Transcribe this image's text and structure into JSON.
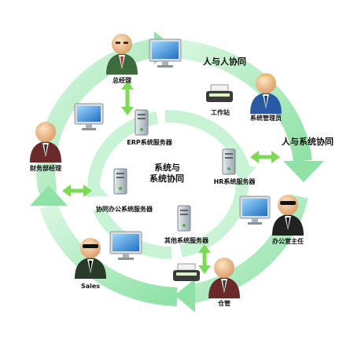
{
  "labels": {
    "manager": "总经理",
    "admin": "系统管理员",
    "workstation": "工作站",
    "erp": "ERP系统服务器",
    "finance": "财务部经理",
    "center_line1": "系统与",
    "center_line2": "系统协同",
    "hr": "HR系统服务器",
    "oa": "协同办公系统服务器",
    "office": "办公室主任",
    "other": "其他系统服务器",
    "sales": "Sales",
    "warehouse": "仓管",
    "h2h": "人与人协同",
    "h2s": "人与系统协同"
  },
  "colors": {
    "ring": "#bff0cc",
    "ring_dark": "#8fe1a6",
    "arrow": "#7ed957",
    "suit_dark": "#2a3a2a",
    "suit_green": "#3e6b3e",
    "suit_maroon": "#6b2a2a",
    "suit_blue": "#2a3f7a",
    "skin": "#f3c99a",
    "screen": "#4aa3e6"
  }
}
